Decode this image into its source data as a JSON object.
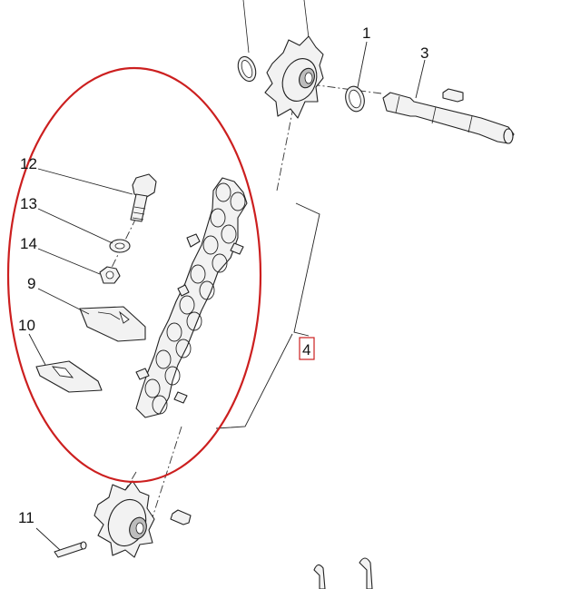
{
  "diagram": {
    "colors": {
      "highlight": "#cc1f1f",
      "line": "#222222",
      "part_fill": "#f2f2f2"
    },
    "callouts": {
      "c1": "1",
      "c3": "3",
      "c4": "4",
      "c9": "9",
      "c10": "10",
      "c11": "11",
      "c12": "12",
      "c13": "13",
      "c14": "14"
    }
  }
}
